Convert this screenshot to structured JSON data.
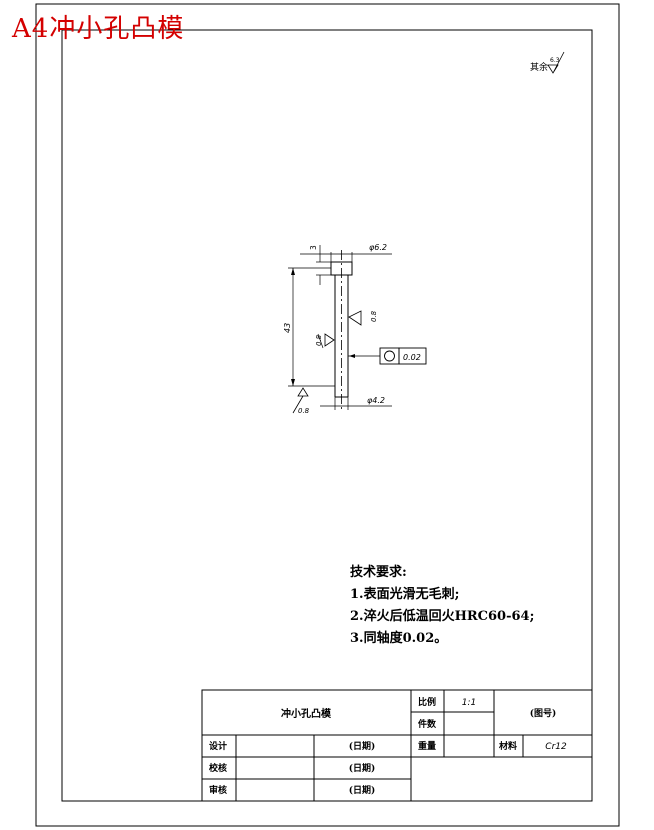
{
  "header": {
    "sheet_title": "A4冲小孔凸模",
    "roughness_note": "其余",
    "roughness_value": "6.3"
  },
  "dimensions": {
    "head_height": "3",
    "head_diameter": "φ6.2",
    "body_diameter": "φ4.2",
    "total_length": "43",
    "roughness_shank": "0.8",
    "roughness_side": "0.8",
    "roughness_bottom": "0.8",
    "coaxiality_tolerance": "0.02"
  },
  "requirements": {
    "heading": "技术要求:",
    "items": [
      "1.表面光滑无毛刺;",
      "2.淬火后低温回火HRC60-64;",
      "3.同轴度0.02。"
    ]
  },
  "title_block": {
    "part_name": "冲小孔凸模",
    "scale_label": "比例",
    "scale_value": "1:1",
    "quantity_label": "件数",
    "drawing_no": "(图号)",
    "weight_label": "重量",
    "material_label": "材料",
    "material_value": "Cr12",
    "design_label": "设计",
    "check_label": "校核",
    "review_label": "审核",
    "date_label": "(日期)"
  }
}
